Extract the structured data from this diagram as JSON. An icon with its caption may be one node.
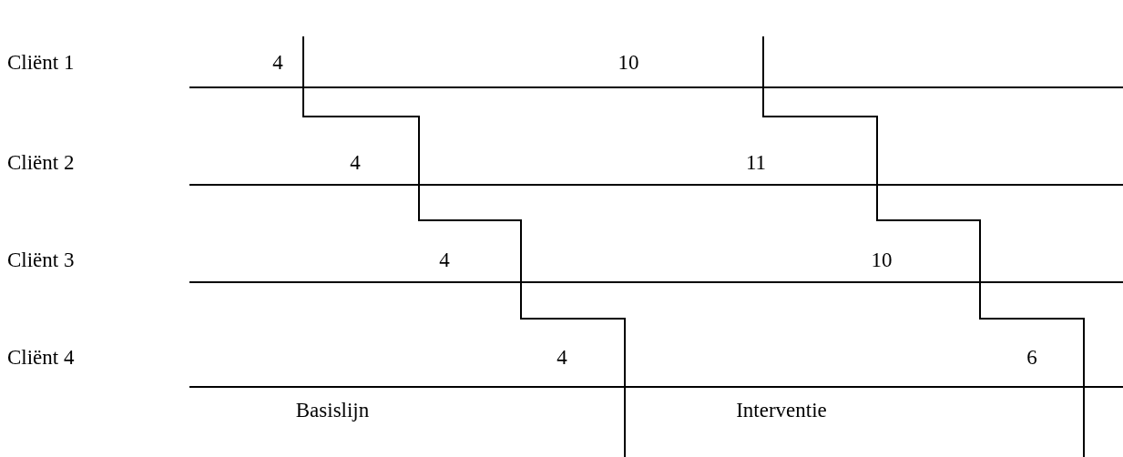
{
  "diagram": {
    "labels": [
      "Cliënt 1",
      "4",
      "10",
      "Cliënt 2",
      "4",
      "11",
      "Cliënt 3",
      "4",
      "10",
      "Cliënt 4",
      "4",
      "6",
      "Basislijn",
      "Interventie"
    ]
  }
}
